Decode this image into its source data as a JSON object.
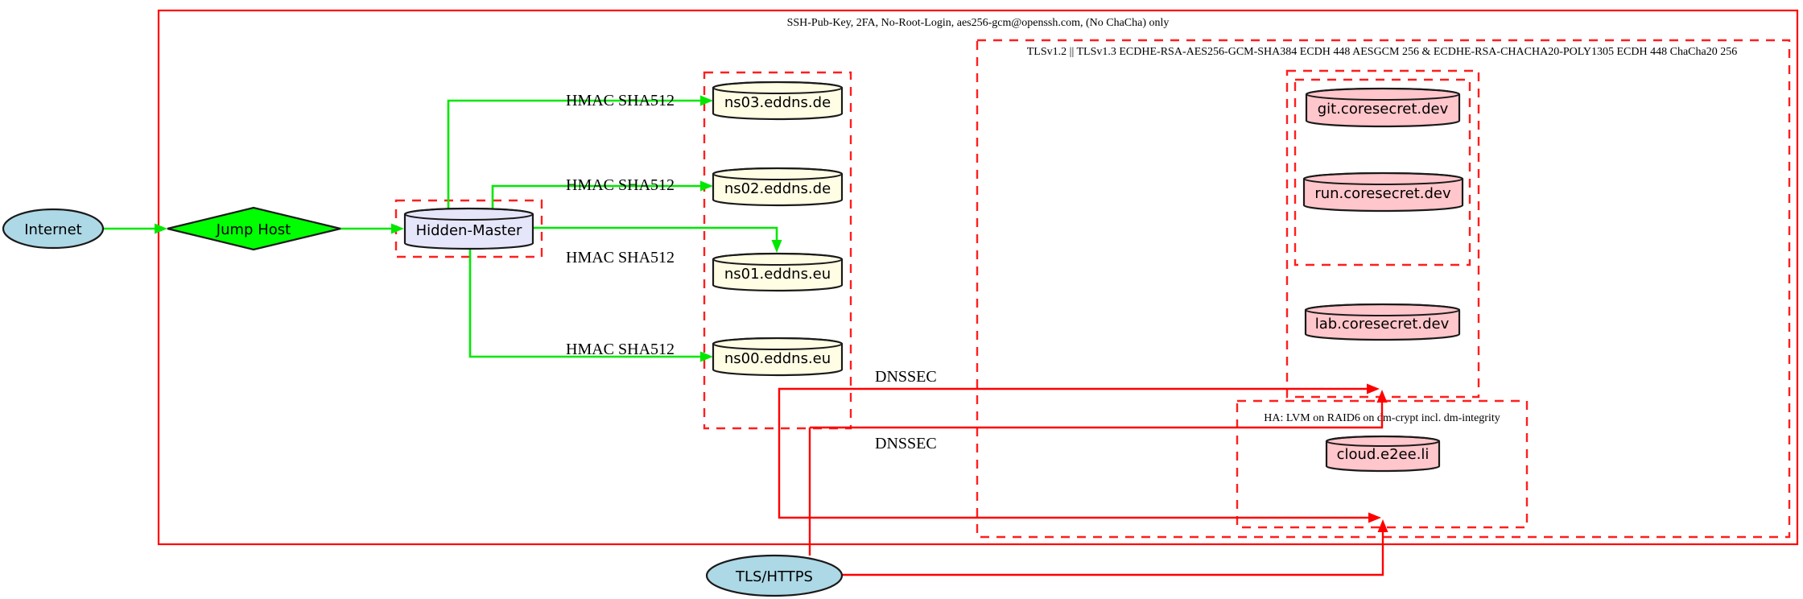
{
  "clusters": {
    "ssh": {
      "label": "SSH-Pub-Key, 2FA, No-Root-Login, aes256-gcm@openssh.com, (No ChaCha) only",
      "border": "solid",
      "color": "#ff0000"
    },
    "tls": {
      "label": "TLSv1.2 || TLSv1.3 ECDHE-RSA-AES256-GCM-SHA384 ECDH 448 AESGCM 256 & ECDHE-RSA-CHACHA20-POLY1305 ECDH 448 ChaCha20 256",
      "border": "dashed",
      "color": "#ff1e1e"
    },
    "ha": {
      "label": "HA: LVM on RAID6 on dm-crypt incl. dm-integrity",
      "border": "dashed",
      "color": "#ff1e1e"
    },
    "hidden_master_box": {
      "label": "",
      "border": "dashed",
      "color": "#ff1e1e"
    },
    "nameservers_box": {
      "label": "",
      "border": "dashed",
      "color": "#ff1e1e"
    },
    "servers_outer_box": {
      "label": "",
      "border": "dashed",
      "color": "#ff1e1e"
    },
    "servers_inner_box": {
      "label": "",
      "border": "dashed",
      "color": "#ff1e1e"
    }
  },
  "nodes": {
    "internet": {
      "label": "Internet",
      "shape": "ellipse",
      "fill": "#add8e6"
    },
    "jump_host": {
      "label": "Jump Host",
      "shape": "diamond",
      "fill": "#00ff00"
    },
    "hidden_master": {
      "label": "Hidden-Master",
      "shape": "cylinder",
      "fill": "#e6e6fa"
    },
    "ns03": {
      "label": "ns03.eddns.de",
      "shape": "cylinder",
      "fill": "#fffde4"
    },
    "ns02": {
      "label": "ns02.eddns.de",
      "shape": "cylinder",
      "fill": "#fffde4"
    },
    "ns01": {
      "label": "ns01.eddns.eu",
      "shape": "cylinder",
      "fill": "#fffde4"
    },
    "ns00": {
      "label": "ns00.eddns.eu",
      "shape": "cylinder",
      "fill": "#fffde4"
    },
    "git": {
      "label": "git.coresecret.dev",
      "shape": "cylinder",
      "fill": "#ffc6cb"
    },
    "run": {
      "label": "run.coresecret.dev",
      "shape": "cylinder",
      "fill": "#ffc6cb"
    },
    "lab": {
      "label": "lab.coresecret.dev",
      "shape": "cylinder",
      "fill": "#ffc6cb"
    },
    "cloud": {
      "label": "cloud.e2ee.li",
      "shape": "cylinder",
      "fill": "#ffc6cb"
    },
    "tls_https": {
      "label": "TLS/HTTPS",
      "shape": "ellipse",
      "fill": "#add8e6"
    }
  },
  "edge_labels": {
    "hmac_ns03": "HMAC SHA512",
    "hmac_ns02": "HMAC SHA512",
    "hmac_ns01": "HMAC SHA512",
    "hmac_ns00": "HMAC SHA512",
    "dnssec_upper": "DNSSEC",
    "dnssec_lower": "DNSSEC"
  },
  "colors": {
    "edge_green": "#00e800",
    "edge_red": "#ff0000",
    "node_outline": "#1a1a1a"
  }
}
